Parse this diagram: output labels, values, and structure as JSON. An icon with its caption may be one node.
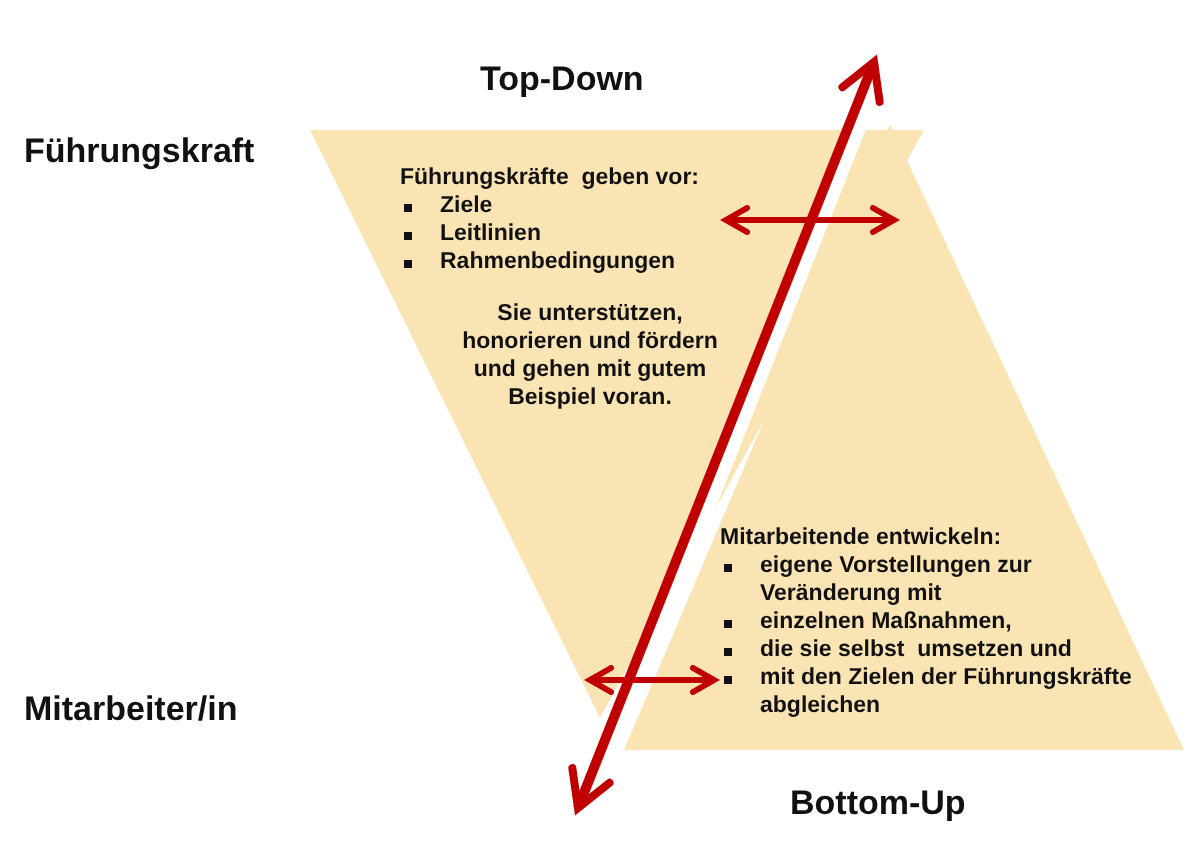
{
  "diagram": {
    "nodes": [
      {
        "text": [
          "Führungskräfte  geben vor:",
          "Ziele",
          "Leitlinien",
          "Rahmenbedingungen",
          "Sie unterstützen, honorieren und fördern und gehen mit gutem Beispiel voran."
        ]
      },
      {
        "text": [
          "Mitarbeitende entwickeln:",
          "eigene Vorstellungen zur Veränderung mit",
          "einzelnen Maßnahmen,",
          "die sie selbst  umsetzen und",
          "mit den Zielen der Führungskräfte  abgleichen"
        ]
      }
    ],
    "edges": [
      {
        "from": 0,
        "to": 1,
        "arrow": "both"
      },
      {
        "from": 0,
        "to": 1,
        "arrow": "both"
      }
    ],
    "labels": [
      "Top-Down",
      "Führungskraft",
      "Mitarbeiter/in",
      "Bottom-Up"
    ]
  }
}
